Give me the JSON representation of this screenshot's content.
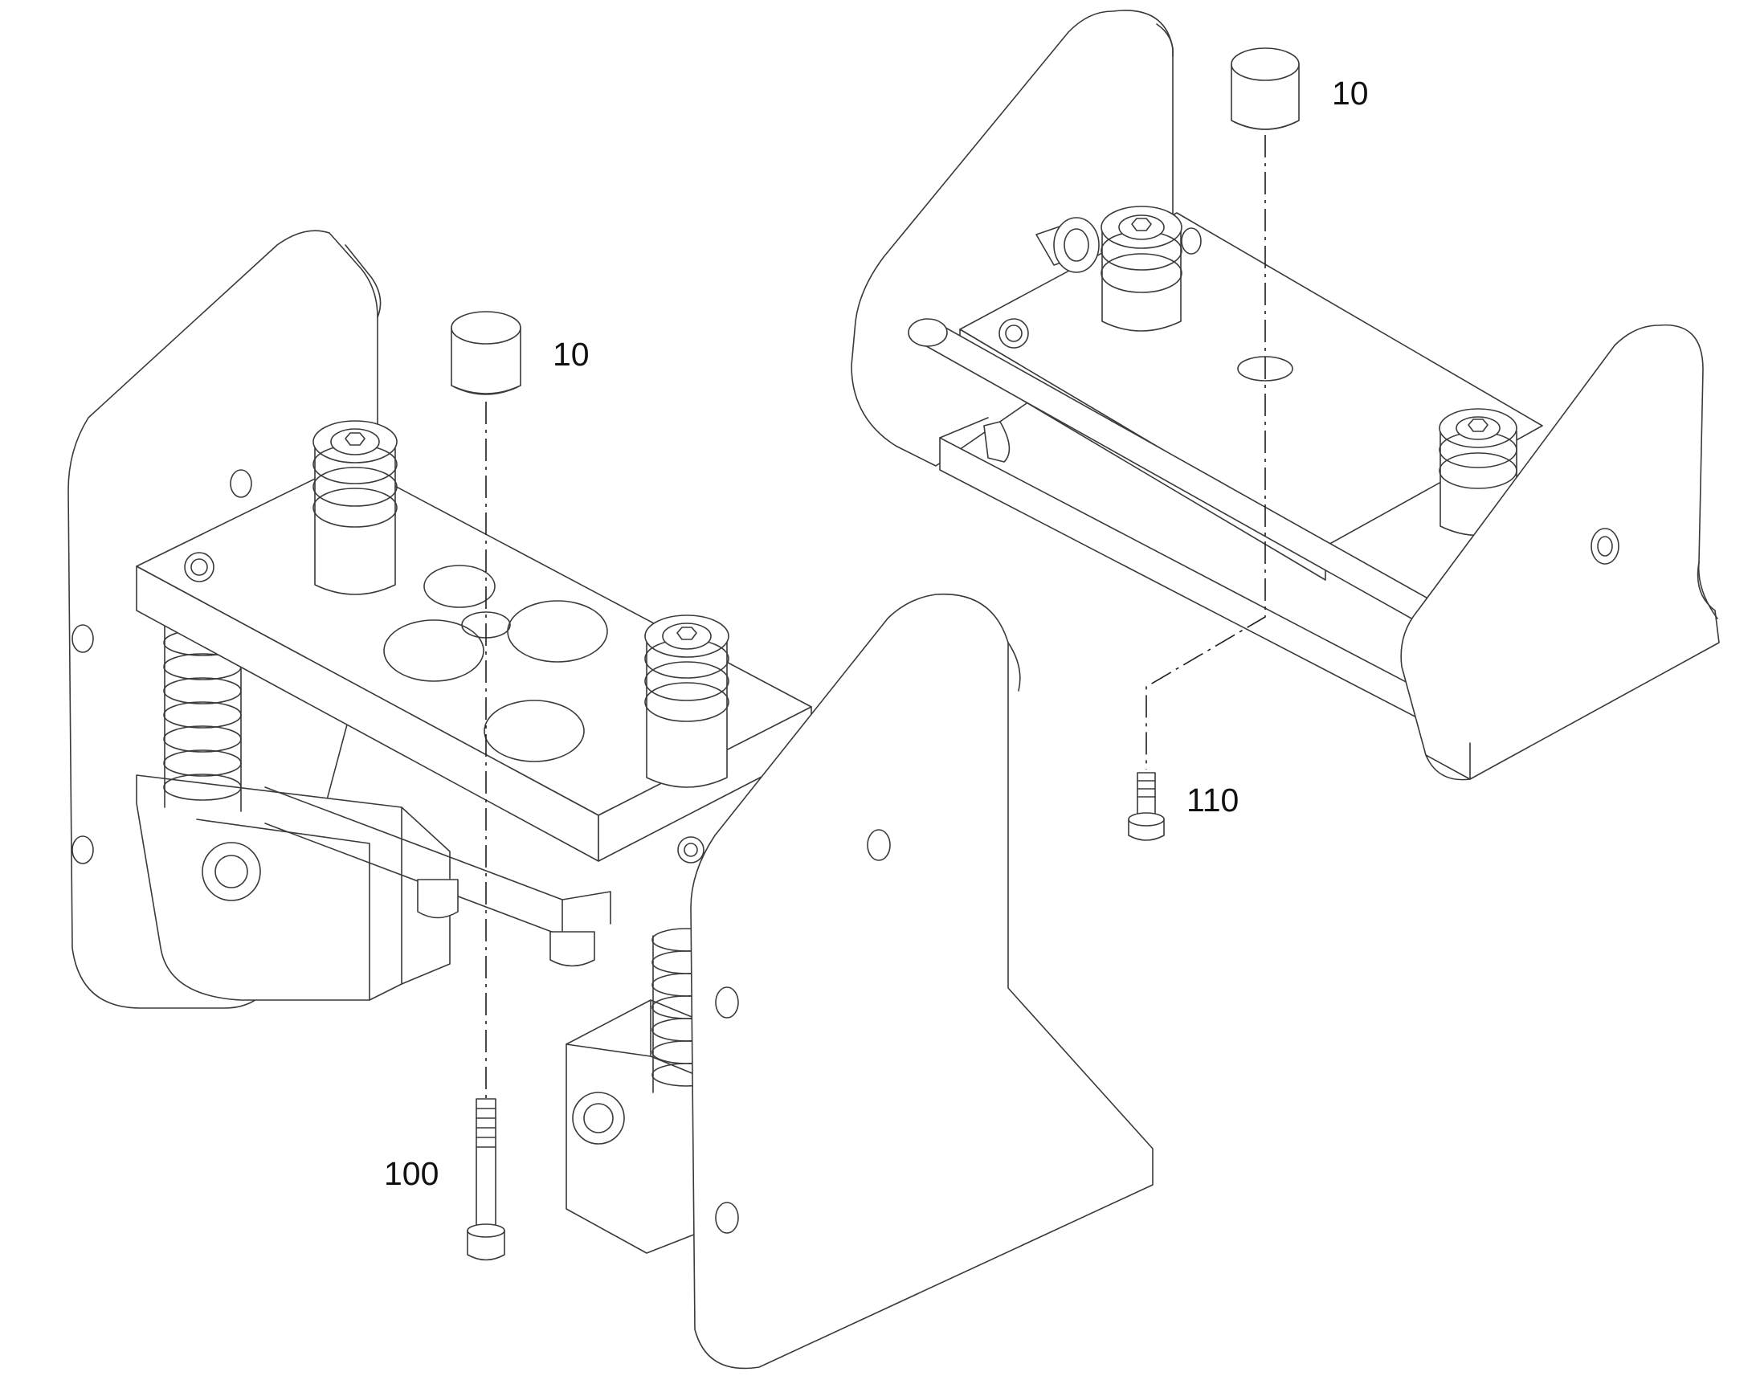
{
  "callouts": {
    "left_cap": "10",
    "right_cap": "10",
    "left_screw": "100",
    "right_screw": "110"
  },
  "colors": {
    "line": "#3a3a3a",
    "text": "#111111",
    "background": "#ffffff"
  }
}
